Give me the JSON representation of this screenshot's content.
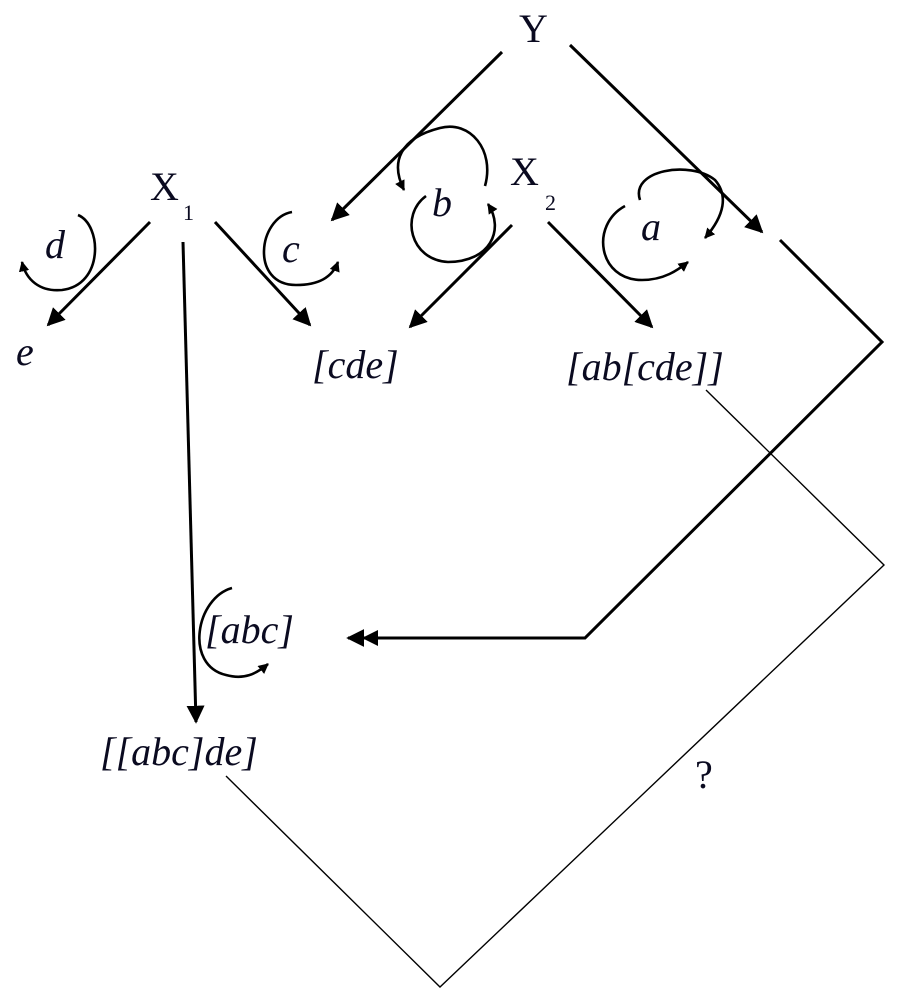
{
  "nodes": {
    "y": {
      "text": "Y"
    },
    "x1": {
      "text": "X",
      "sub": "1"
    },
    "x2": {
      "text": "X",
      "sub": "2"
    },
    "e": {
      "text": "e"
    },
    "cde": {
      "text": "[cde]"
    },
    "abcde": {
      "text": "[ab[cde]]"
    },
    "abc": {
      "text": "[abc]"
    },
    "abcde2": {
      "text": "[[abc]de]"
    }
  },
  "loops": {
    "d": "d",
    "c": "c",
    "b": "b",
    "a": "a"
  },
  "question": "?"
}
